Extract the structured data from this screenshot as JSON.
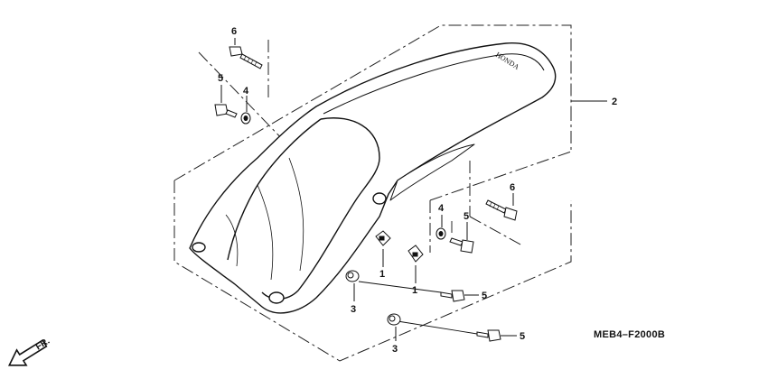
{
  "diagram": {
    "part_code": "MEB4–F2000B",
    "direction_label": "FR.",
    "brand_mark": "HONDA",
    "callouts": {
      "c1a": "1",
      "c1b": "1",
      "c2": "2",
      "c3a": "3",
      "c3b": "3",
      "c4a": "4",
      "c4b": "4",
      "c5a": "5",
      "c5b": "5",
      "c5c": "5",
      "c5d": "5",
      "c6a": "6",
      "c6b": "6"
    }
  }
}
